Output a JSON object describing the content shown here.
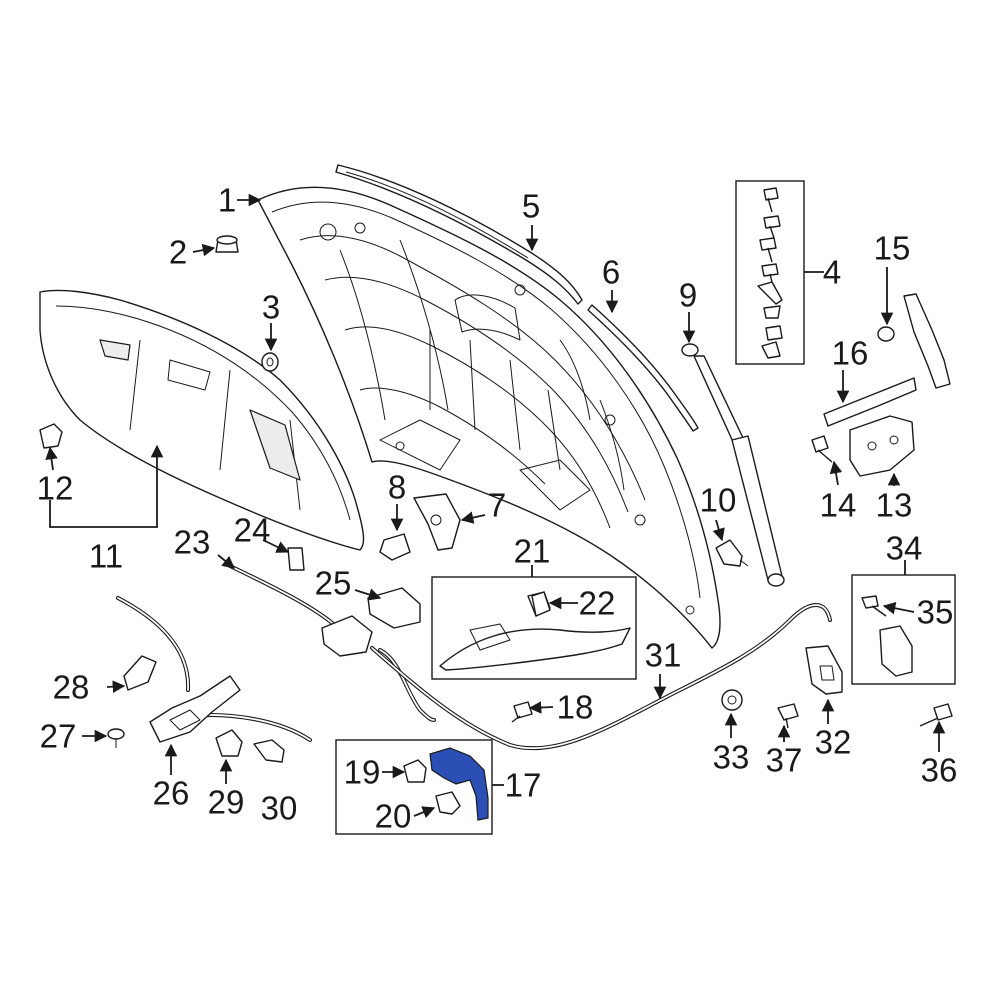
{
  "diagram": {
    "highlight_color": "#2b4fb5",
    "callouts": {
      "c1": "1",
      "c2": "2",
      "c3": "3",
      "c4": "4",
      "c5": "5",
      "c6": "6",
      "c7": "7",
      "c8": "8",
      "c9": "9",
      "c10": "10",
      "c11": "11",
      "c12": "12",
      "c13": "13",
      "c14": "14",
      "c15": "15",
      "c16": "16",
      "c17": "17",
      "c18": "18",
      "c19": "19",
      "c20": "20",
      "c21": "21",
      "c22": "22",
      "c23": "23",
      "c24": "24",
      "c25": "25",
      "c26": "26",
      "c27": "27",
      "c28": "28",
      "c29": "29",
      "c30": "30",
      "c31": "31",
      "c32": "32",
      "c33": "33",
      "c34": "34",
      "c35": "35",
      "c36": "36",
      "c37": "37"
    }
  }
}
